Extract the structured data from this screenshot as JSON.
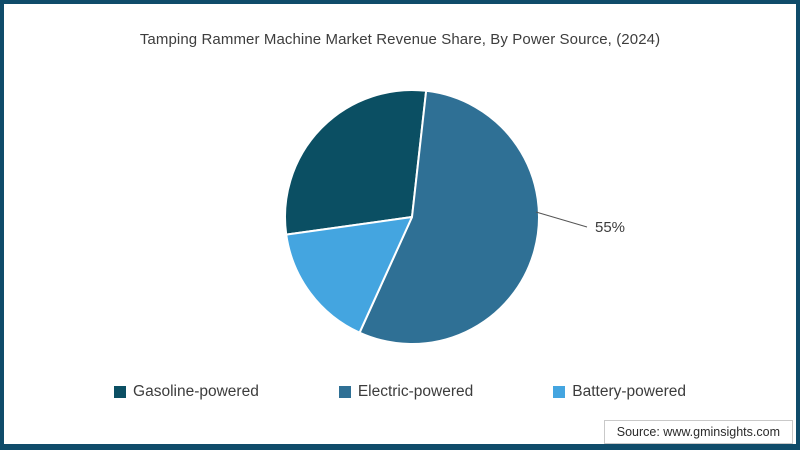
{
  "chart_data": {
    "type": "pie",
    "title": "Tamping Rammer Machine Market Revenue Share, By Power Source, (2024)",
    "categories": [
      "Gasoline-powered",
      "Electric-powered",
      "Battery-powered"
    ],
    "values": [
      29,
      55,
      16
    ],
    "unit": "%",
    "colors": [
      "#0b4f63",
      "#2f7095",
      "#44a5e0"
    ],
    "slice_border_color": "#ffffff",
    "start_angle_deg": 262,
    "legend_position": "bottom",
    "visible_labels": [
      {
        "category": "Electric-powered",
        "text": "55%"
      }
    ]
  },
  "annotation": {
    "label_55": "55%"
  },
  "source": {
    "text": "Source: www.gminsights.com"
  },
  "frame": {
    "border_color": "#0f4c6a",
    "background": "#ffffff"
  }
}
